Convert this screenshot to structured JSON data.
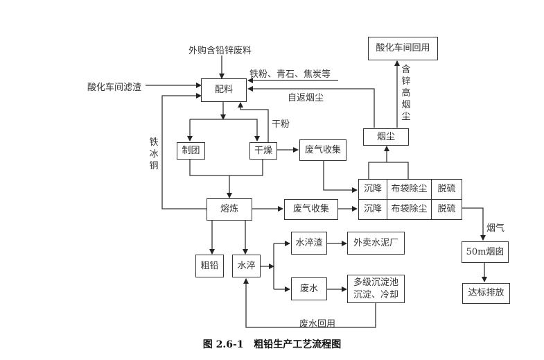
{
  "diagram": {
    "title": "粗铅生产工艺流程图",
    "caption_number": "图 2.6-1",
    "nodes": {
      "peiliao": "配料",
      "zhituan": "制团",
      "ganzao": "干燥",
      "feiqi_1": "废气收集",
      "ronglian": "熔炼",
      "feiqi_2": "废气收集",
      "culian": "粗铅",
      "shuicui": "水淬",
      "shuicuizha": "水淬渣",
      "waimai": "外卖水泥厂",
      "feishui": "废水",
      "chendian": "多级沉淀池\n沉淀、冷却",
      "yanchen": "烟尘",
      "suanhua_huiyong": "酸化车间回用",
      "yancong": "50m烟囱",
      "dabiao": "达标排放"
    },
    "treatment_rows": [
      [
        "沉降",
        "布袋除尘",
        "脱硫"
      ],
      [
        "沉降",
        "布袋除尘",
        "脱硫"
      ]
    ],
    "labels": {
      "input_purchased": "外购含铅锌废料",
      "input_filter": "酸化车间滤渣",
      "input_iron": "铁粉、青石、焦炭等",
      "return_dust": "自返烟尘",
      "dry_powder": "干粉",
      "iron_matte": "铁冰铜",
      "zinc_dust": "含锌高烟尘",
      "flue_gas": "烟气",
      "water_reuse": "废水回用"
    }
  }
}
